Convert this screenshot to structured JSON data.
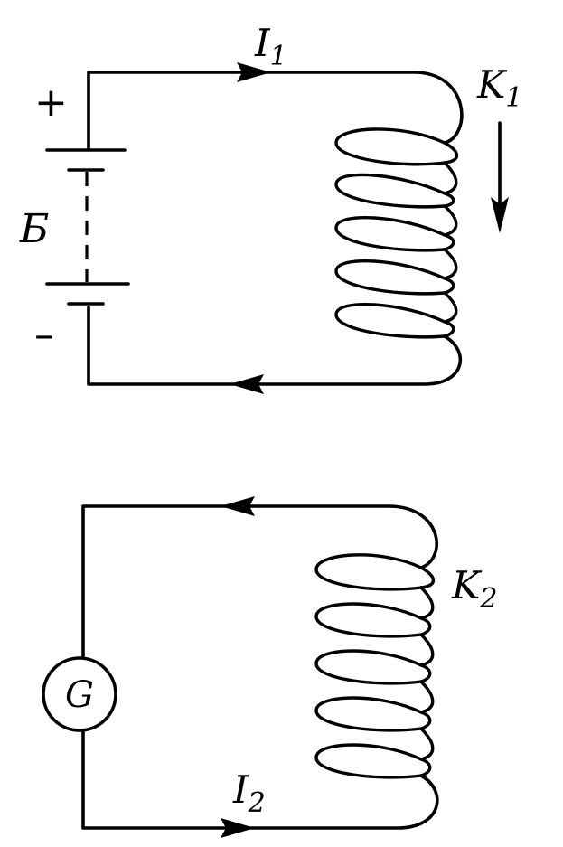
{
  "circuit1": {
    "current_label": "I",
    "current_sub": "1",
    "coil_label": "K",
    "coil_sub": "1",
    "battery_label": "Б",
    "plus_label": "+",
    "minus_label": "–"
  },
  "circuit2": {
    "current_label": "I",
    "current_sub": "2",
    "coil_label": "K",
    "coil_sub": "2",
    "galvanometer_label": "G"
  }
}
